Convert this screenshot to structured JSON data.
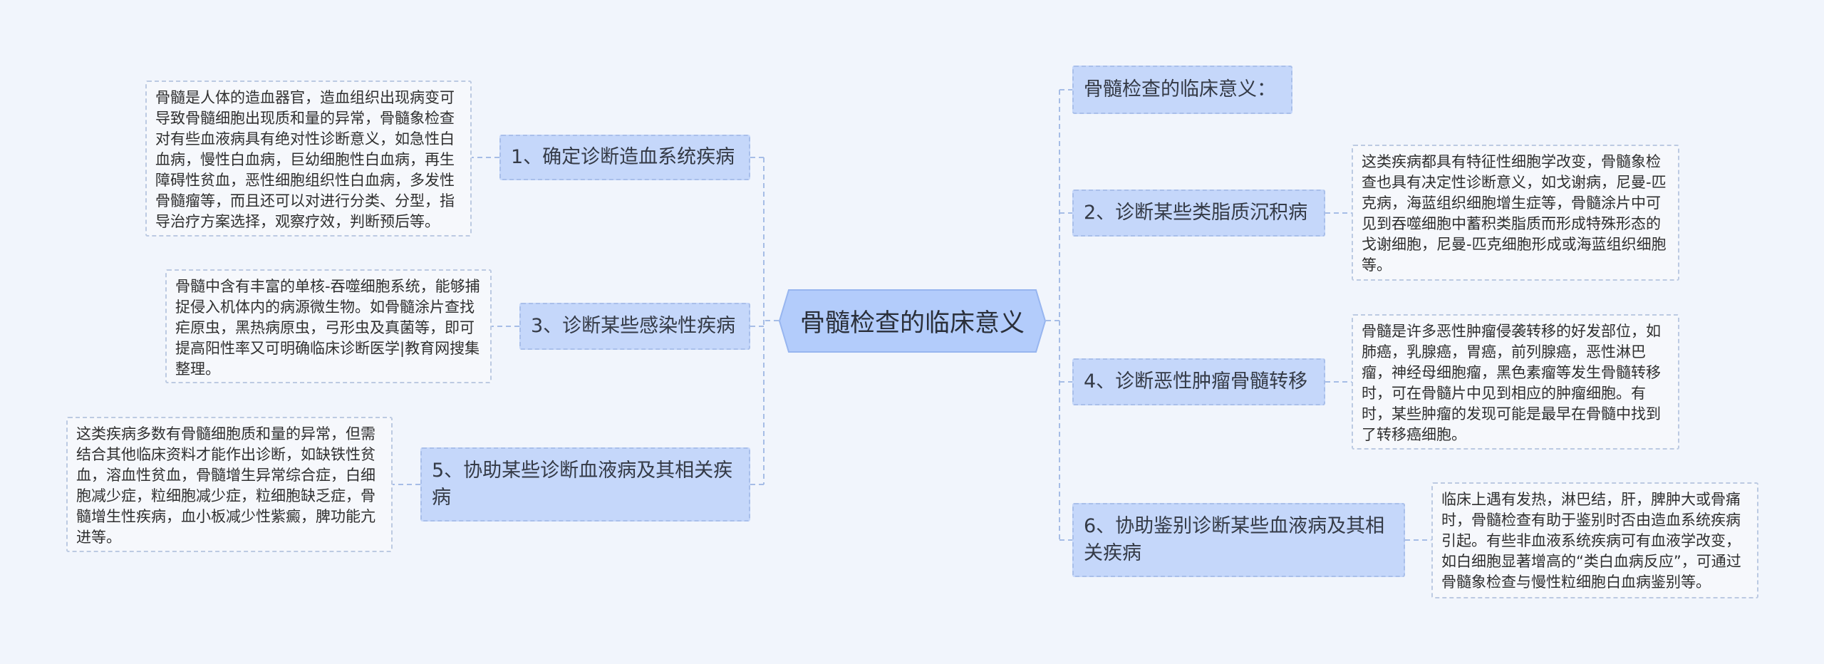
{
  "central": {
    "label": "骨髓检查的临床意义"
  },
  "topics": {
    "intro": "骨髓检查的临床意义：",
    "t1": "1、确定诊断造血系统疾病",
    "t2": "2、诊断某些类脂质沉积病",
    "t3": "3、诊断某些感染性疾病",
    "t4": "4、诊断恶性肿瘤骨髓转移",
    "t5": "5、协助某些诊断血液病及其相关疾病",
    "t6": "6、协助鉴别诊断某些血液病及其相关疾病"
  },
  "notes": {
    "n1": "骨髓是人体的造血器官，造血组织出现病变可导致骨髓细胞出现质和量的异常，骨髓象检查对有些血液病具有绝对性诊断意义，如急性白血病，慢性白血病，巨幼细胞性白血病，再生障碍性贫血，恶性细胞组织性白血病，多发性骨髓瘤等，而且还可以对进行分类、分型，指导治疗方案选择，观察疗效，判断预后等。",
    "n2": "这类疾病都具有特征性细胞学改变，骨髓象检查也具有决定性诊断意义，如戈谢病，尼曼-匹克病，海蓝组织细胞增生症等，骨髓涂片中可见到吞噬细胞中蓄积类脂质而形成特殊形态的戈谢细胞，尼曼-匹克细胞形成或海蓝组织细胞等。",
    "n3": "骨髓中含有丰富的单核-吞噬细胞系统，能够捕捉侵入机体内的病源微生物。如骨髓涂片查找疟原虫，黑热病原虫，弓形虫及真菌等，即可提高阳性率又可明确临床诊断医学|教育网搜集整理。",
    "n4": "骨髓是许多恶性肿瘤侵袭转移的好发部位，如肺癌，乳腺癌，胃癌，前列腺癌，恶性淋巴瘤，神经母细胞瘤，黑色素瘤等发生骨髓转移时，可在骨髓片中见到相应的肿瘤细胞。有时，某些肿瘤的发现可能是最早在骨髓中找到了转移癌细胞。",
    "n5": "这类疾病多数有骨髓细胞质和量的异常，但需结合其他临床资料才能作出诊断，如缺铁性贫血，溶血性贫血，骨髓增生异常综合症，白细胞减少症，粒细胞减少症，粒细胞缺乏症，骨髓增生性疾病，血小板减少性紫癜，脾功能亢进等。",
    "n6": "临床上遇有发热，淋巴结，肝，脾肿大或骨痛时，骨髓检查有助于鉴别时否由造血系统疾病引起。有些非血液系统疾病可有血液学改变，如白细胞显著增高的“类白血病反应”，可通过骨髓象检查与慢性粒细胞白血病鉴别等。"
  },
  "colors": {
    "background": "#f1f5fc",
    "central_fill": "#b3ccfb",
    "topic_fill": "#c5d7fa",
    "connector": "#a6bde6"
  }
}
